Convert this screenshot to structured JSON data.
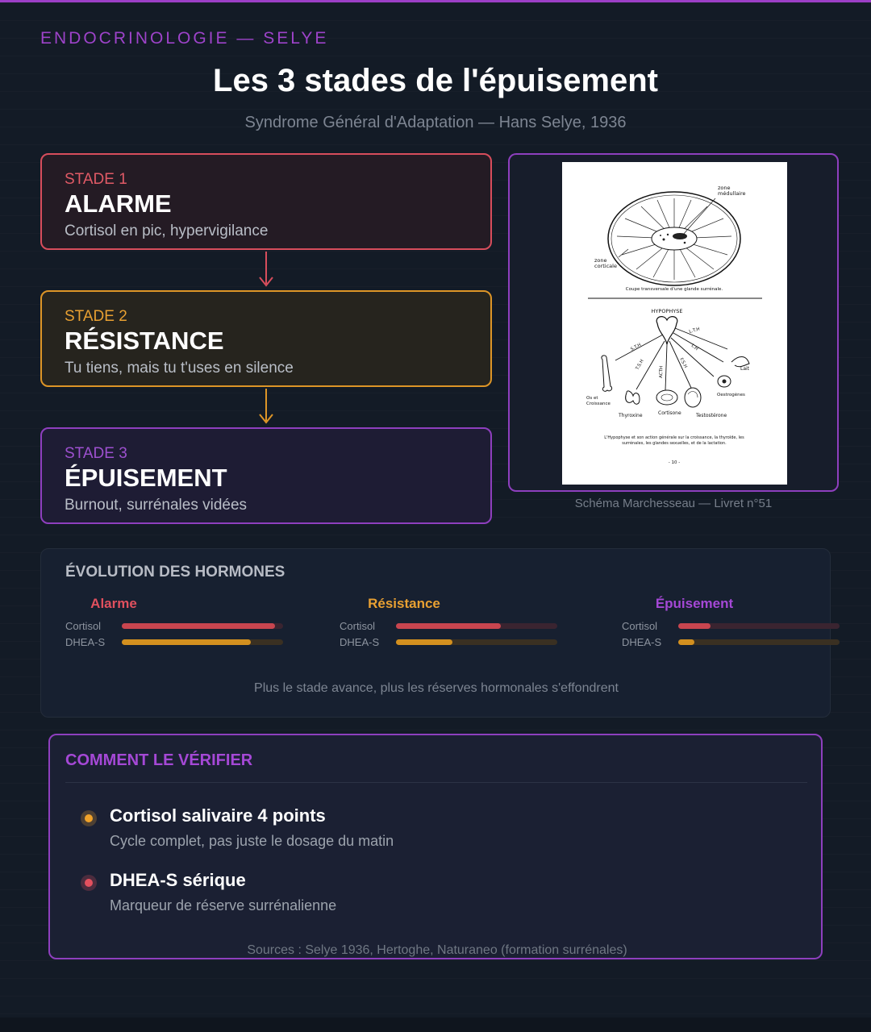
{
  "header": {
    "kicker": "ENDOCRINOLOGIE — SELYE",
    "title": "Les 3 stades de l'épuisement",
    "subtitle": "Syndrome Général d'Adaptation — Hans Selye, 1936"
  },
  "stages": [
    {
      "number": "STADE 1",
      "name": "ALARME",
      "description": "Cortisol en pic, hypervigilance",
      "color": "#d74d5c"
    },
    {
      "number": "STADE 2",
      "name": "RÉSISTANCE",
      "description": "Tu tiens, mais tu t'uses en silence",
      "color": "#dd9527"
    },
    {
      "number": "STADE 3",
      "name": "ÉPUISEMENT",
      "description": "Burnout, surrénales vidées",
      "color": "#8e3fbe"
    }
  ],
  "figure": {
    "caption": "Schéma Marchesseau — Livret n°51",
    "labels": {
      "medullary": "zone médullaire",
      "medullary_l1": "zone",
      "medullary_l2": "médullaire",
      "cortical_l1": "zone",
      "cortical_l2": "corticale",
      "section_caption": "Coupe transversale d'une glande surrénale.",
      "hypophysis": "HYPOPHYSE",
      "sth": "S.T.H",
      "tsh": "T.S.H",
      "acth": "ACTH",
      "fsh": "F.S.H",
      "lh": "L.H",
      "lth": "L.T.H",
      "bone_l1": "Os et",
      "bone_l2": "Croissance",
      "thyroxine": "Thyroxine",
      "cortisone": "Cortisone",
      "testosterone": "Testostérone",
      "oestrogens": "Oestrogènes",
      "milk": "Lait",
      "text_l1": "L'Hypophyse et son action générale sur la croissance, la thyroïde, les",
      "text_l2": "surrénales, les glandes sexuelles, et de la lactation.",
      "page": "- 10 -"
    }
  },
  "hormones": {
    "title": "ÉVOLUTION DES HORMONES",
    "note": "Plus le stade avance, plus les réserves hormonales s'effondrent",
    "cortisol_label": "Cortisol",
    "dhea_label": "DHEA-S",
    "stages": [
      {
        "label": "Alarme",
        "color": "#e0505e",
        "cortisol": 0.95,
        "dhea": 0.8
      },
      {
        "label": "Résistance",
        "color": "#e8a032",
        "cortisol": 0.65,
        "dhea": 0.35
      },
      {
        "label": "Épuisement",
        "color": "#a548d6",
        "cortisol": 0.2,
        "dhea": 0.1
      }
    ]
  },
  "verify": {
    "title": "COMMENT LE VÉRIFIER",
    "items": [
      {
        "title": "Cortisol salivaire 4 points",
        "description": "Cycle complet, pas juste le dosage du matin"
      },
      {
        "title": "DHEA-S sérique",
        "description": "Marqueur de réserve surrénalienne"
      }
    ],
    "sources": "Sources : Selye 1936, Hertoghe, Naturaneo (formation surrénales)"
  }
}
